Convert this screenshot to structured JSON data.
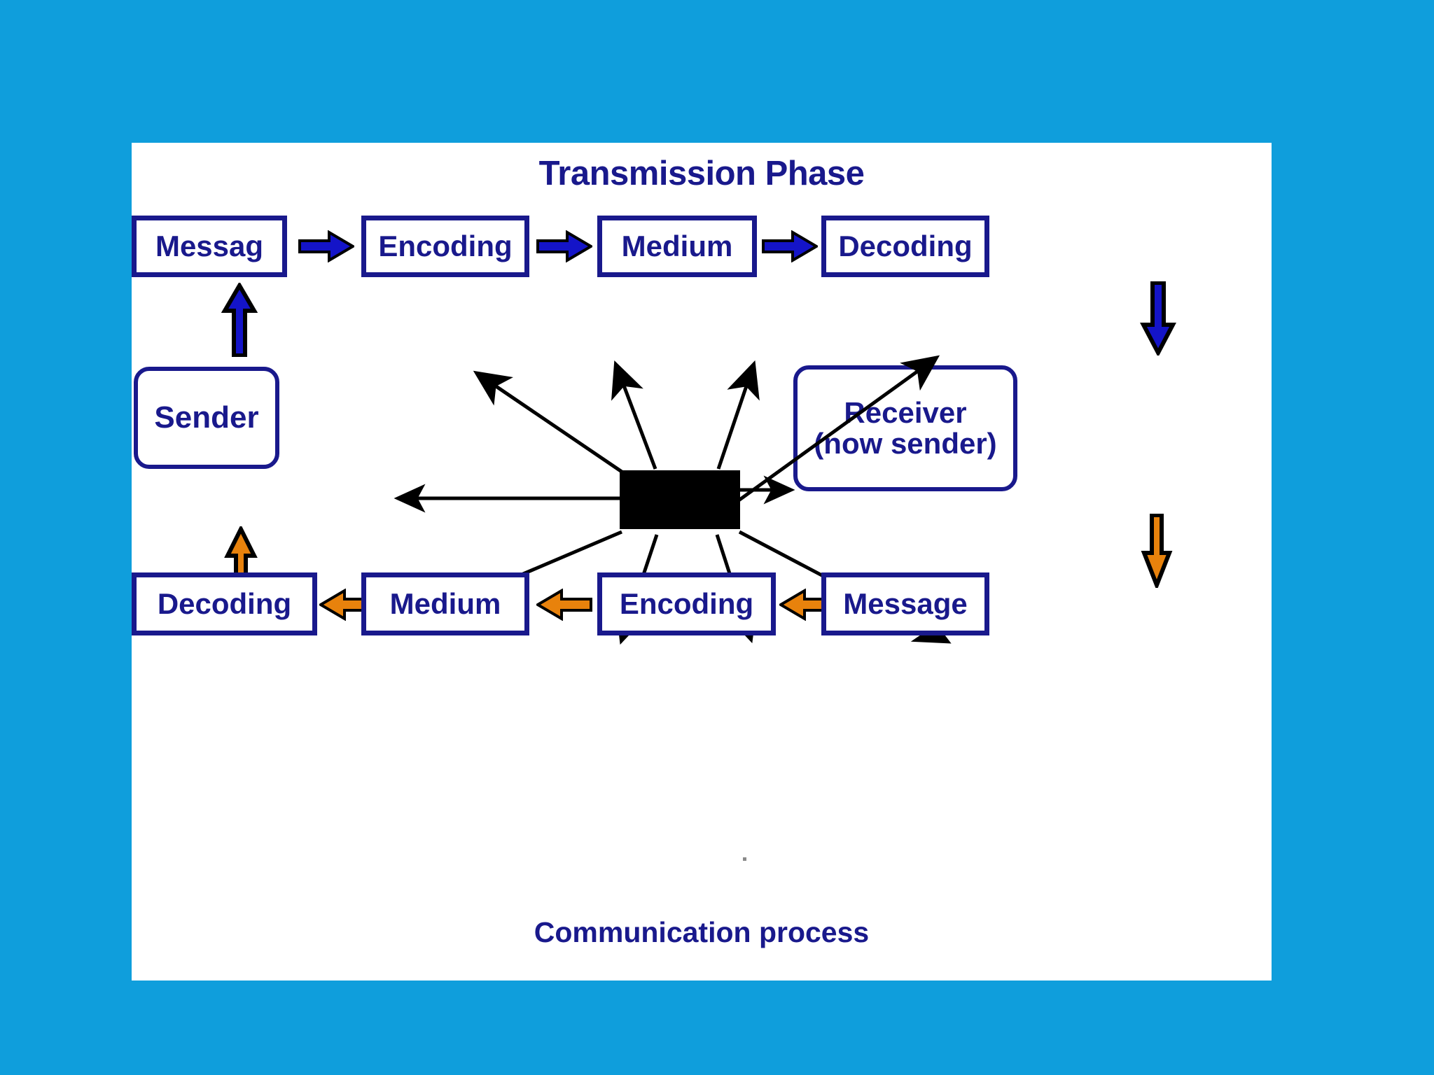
{
  "page": {
    "background_color": "#0f9edc",
    "panel_color": "#ffffff",
    "ink_color": "#19198c",
    "accent_blue": "#1414c8",
    "accent_orange": "#e8820c",
    "title": "Transmission Phase",
    "caption": "Communication process"
  },
  "transmission_row": {
    "label": "Transmission Phase",
    "steps": [
      {
        "label": "Messag"
      },
      {
        "label": "Encoding"
      },
      {
        "label": "Medium"
      },
      {
        "label": "Decoding"
      }
    ],
    "connector_icon": "right-block-arrow-icon",
    "connector_color": "#1414c8"
  },
  "actors": {
    "sender": {
      "label": "Sender"
    },
    "receiver": {
      "line1": "Receiver",
      "line2": "(now sender)"
    }
  },
  "feedback_row": {
    "steps": [
      {
        "label": "Decoding"
      },
      {
        "label": "Medium"
      },
      {
        "label": "Encoding"
      },
      {
        "label": "Message"
      }
    ],
    "connector_icon": "left-block-arrow-icon",
    "connector_color": "#e8820c"
  },
  "vertical_connectors": [
    {
      "name": "sender-to-message",
      "icon": "up-block-arrow-icon",
      "color": "#1414c8"
    },
    {
      "name": "decoding-to-sender",
      "icon": "up-block-arrow-icon",
      "color": "#e8820c"
    },
    {
      "name": "decoding-to-receiver",
      "icon": "down-block-arrow-icon",
      "color": "#1414c8"
    },
    {
      "name": "receiver-to-message",
      "icon": "down-block-arrow-icon",
      "color": "#e8820c"
    }
  ],
  "noise": {
    "name": "noise-block",
    "color": "#000000",
    "ray_count": 10,
    "ray_color": "#000000"
  }
}
